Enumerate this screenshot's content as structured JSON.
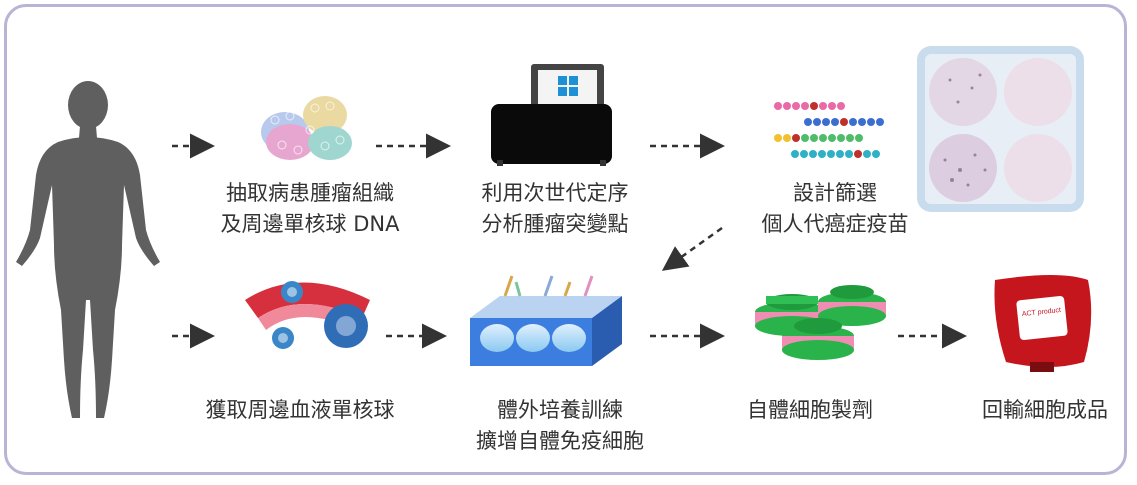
{
  "steps": {
    "extract": {
      "line1": "抽取病患腫瘤組織",
      "line2": "及周邊單核球 DNA"
    },
    "sequence": {
      "line1": "利用次世代定序",
      "line2": "分析腫瘤突變點"
    },
    "design": {
      "line1": "設計篩選",
      "line2": "個人代癌症疫苗"
    },
    "collect": {
      "line1": "獲取周邊血液單核球"
    },
    "culture": {
      "line1": "體外培養訓練",
      "line2": "擴增自體免疫細胞"
    },
    "prepare": {
      "line1": "自體細胞製劑"
    },
    "infuse": {
      "line1": "回輸細胞成品"
    }
  },
  "bag_label": "ACT product",
  "colors": {
    "frame": "#b9b4d6",
    "silhouette": "#5f5f5f",
    "arrow": "#333333",
    "text": "#333333"
  }
}
